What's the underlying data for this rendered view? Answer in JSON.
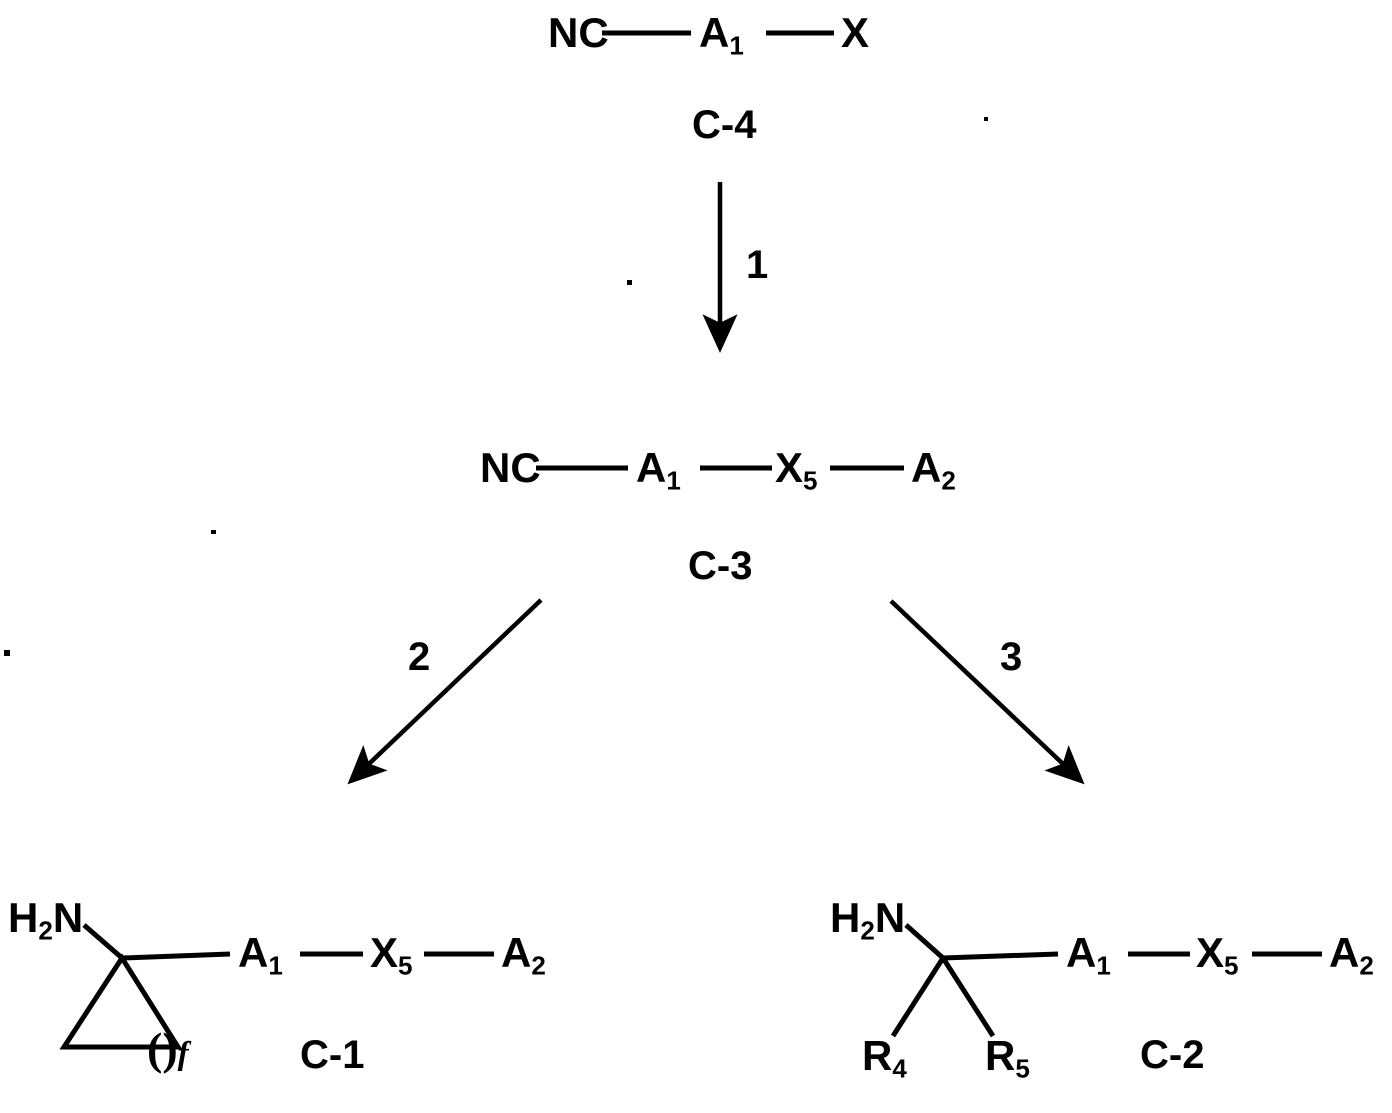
{
  "diagram": {
    "title": "Chemical reaction scheme",
    "compounds": [
      {
        "id": "C-4",
        "label": "C-4",
        "formula_parts": [
          "NC",
          "A",
          "1",
          "X"
        ],
        "text_nc": "NC",
        "text_a1": "A",
        "sub_a1": "1",
        "text_x": "X"
      },
      {
        "id": "C-3",
        "label": "C-3",
        "text_nc": "NC",
        "text_a1": "A",
        "sub_a1": "1",
        "text_x5": "X",
        "sub_x5": "5",
        "text_a2": "A",
        "sub_a2": "2"
      },
      {
        "id": "C-1",
        "label": "C-1",
        "text_h2n": "H",
        "sub_h2n": "2",
        "text_h2n_tail": "N",
        "text_a1": "A",
        "sub_a1": "1",
        "text_x5": "X",
        "sub_x5": "5",
        "text_a2": "A",
        "sub_a2": "2",
        "ring_notation_open": "(",
        "ring_notation_close": ")",
        "ring_notation_sub": "f",
        "ring_type": "cyclopropane-triangle"
      },
      {
        "id": "C-2",
        "label": "C-2",
        "text_h2n": "H",
        "sub_h2n": "2",
        "text_h2n_tail": "N",
        "text_r4": "R",
        "sub_r4": "4",
        "text_r5": "R",
        "sub_r5": "5",
        "text_a1": "A",
        "sub_a1": "1",
        "text_x5": "X",
        "sub_x5": "5",
        "text_a2": "A",
        "sub_a2": "2"
      }
    ],
    "steps": [
      {
        "id": "step-1",
        "label": "1",
        "from": "C-4",
        "to": "C-3",
        "direction": "down"
      },
      {
        "id": "step-2",
        "label": "2",
        "from": "C-3",
        "to": "C-1",
        "direction": "down-left"
      },
      {
        "id": "step-3",
        "label": "3",
        "from": "C-3",
        "to": "C-2",
        "direction": "down-right"
      }
    ],
    "colors": {
      "ink": "#000000",
      "background": "#ffffff"
    }
  }
}
